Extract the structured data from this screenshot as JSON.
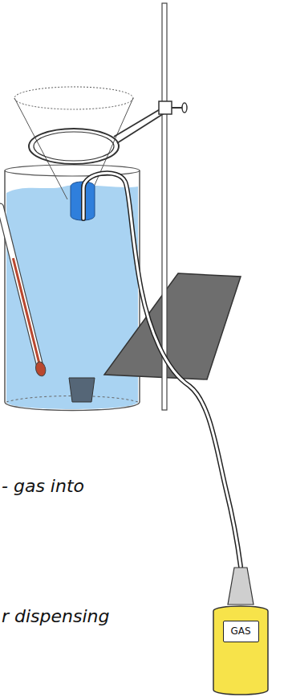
{
  "diagram": {
    "nodes": [
      {
        "text": [
          "GAS"
        ]
      }
    ],
    "labels": [
      "- gas into",
      "r dispensing"
    ]
  }
}
